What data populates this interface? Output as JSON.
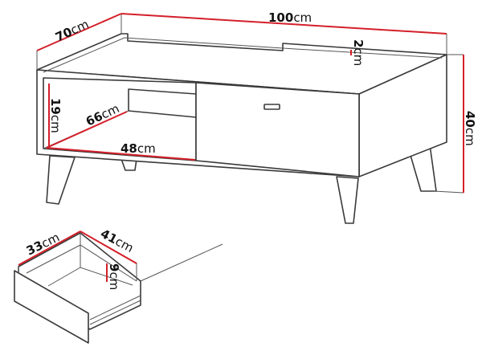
{
  "table": {
    "width": {
      "value": "100",
      "unit": "cm"
    },
    "depth": {
      "value": "70",
      "unit": "cm"
    },
    "height": {
      "value": "40",
      "unit": "cm"
    },
    "top_lip": {
      "value": "2",
      "unit": "cm"
    },
    "shelf_height": {
      "value": "19",
      "unit": "cm"
    },
    "shelf_depth": {
      "value": "66",
      "unit": "cm"
    },
    "shelf_width": {
      "value": "48",
      "unit": "cm"
    }
  },
  "drawer": {
    "width": {
      "value": "33",
      "unit": "cm"
    },
    "depth": {
      "value": "41",
      "unit": "cm"
    },
    "height": {
      "value": "9",
      "unit": "cm"
    }
  },
  "colors": {
    "dimension_line": "#d4202a",
    "outline": "#3a3a3a"
  }
}
